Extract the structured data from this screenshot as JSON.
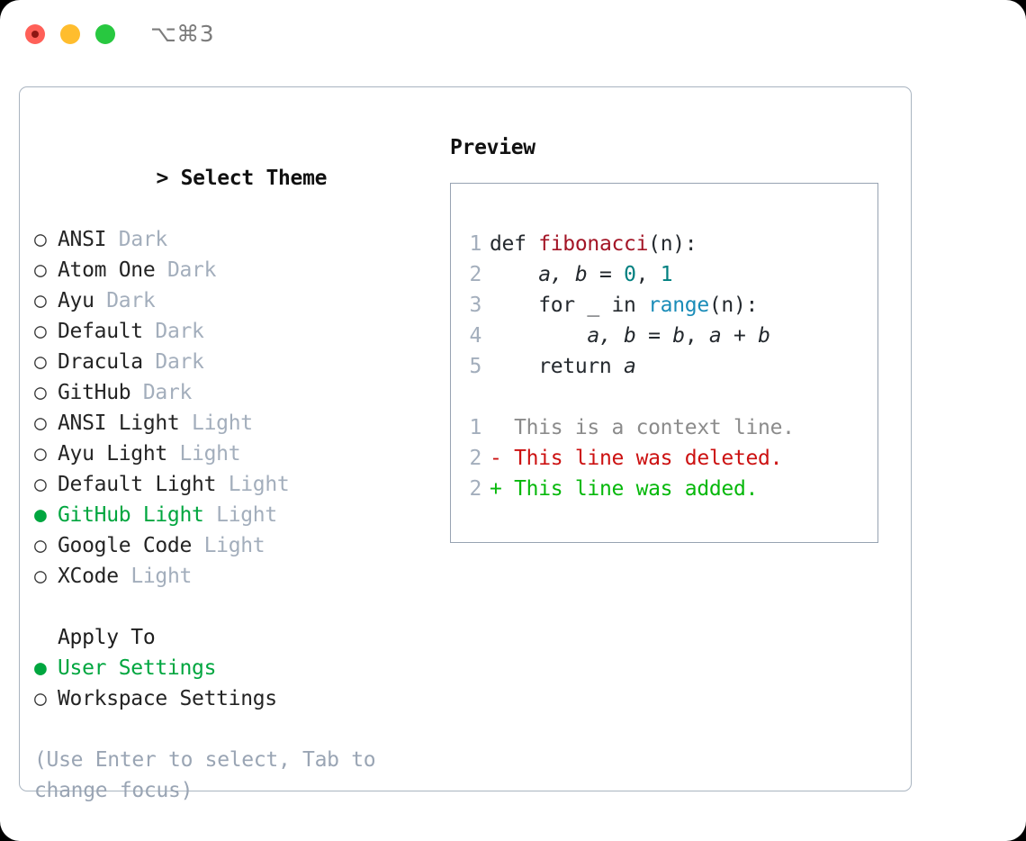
{
  "titlebar": {
    "shortcut": "⌥⌘3",
    "traffic_lights": [
      {
        "name": "close",
        "color": "#ff6058"
      },
      {
        "name": "minimize",
        "color": "#ffbd2e"
      },
      {
        "name": "maximize",
        "color": "#28c840"
      }
    ]
  },
  "theme_selector": {
    "caret": ">",
    "heading": "Select Theme",
    "unselected_bullet": "○",
    "selected_bullet": "●",
    "items": [
      {
        "bullet": "○",
        "label": "ANSI",
        "badge": "Dark",
        "selected": false
      },
      {
        "bullet": "○",
        "label": "Atom One",
        "badge": "Dark",
        "selected": false
      },
      {
        "bullet": "○",
        "label": "Ayu",
        "badge": "Dark",
        "selected": false
      },
      {
        "bullet": "○",
        "label": "Default",
        "badge": "Dark",
        "selected": false
      },
      {
        "bullet": "○",
        "label": "Dracula",
        "badge": "Dark",
        "selected": false
      },
      {
        "bullet": "○",
        "label": "GitHub",
        "badge": "Dark",
        "selected": false
      },
      {
        "bullet": "○",
        "label": "ANSI Light",
        "badge": "Light",
        "selected": false
      },
      {
        "bullet": "○",
        "label": "Ayu Light",
        "badge": "Light",
        "selected": false
      },
      {
        "bullet": "○",
        "label": "Default Light",
        "badge": "Light",
        "selected": false
      },
      {
        "bullet": "●",
        "label": "GitHub Light",
        "badge": "Light",
        "selected": true
      },
      {
        "bullet": "○",
        "label": "Google Code",
        "badge": "Light",
        "selected": false
      },
      {
        "bullet": "○",
        "label": "XCode",
        "badge": "Light",
        "selected": false
      }
    ]
  },
  "apply_to": {
    "heading": "Apply To",
    "items": [
      {
        "bullet": "●",
        "label": "User Settings",
        "selected": true
      },
      {
        "bullet": "○",
        "label": "Workspace Settings",
        "selected": false
      }
    ]
  },
  "hint": "(Use Enter to select, Tab to change focus)",
  "preview": {
    "title": "Preview",
    "code_lines": [
      {
        "num": "1",
        "tokens": [
          {
            "t": "def ",
            "k": "def"
          },
          {
            "t": "fibonacci",
            "k": "fn"
          },
          {
            "t": "(n):",
            "k": "plain"
          }
        ]
      },
      {
        "num": "2",
        "tokens": [
          {
            "t": "    ",
            "k": "plain"
          },
          {
            "t": "a, b",
            "k": "var"
          },
          {
            "t": " = ",
            "k": "plain"
          },
          {
            "t": "0",
            "k": "num"
          },
          {
            "t": ", ",
            "k": "plain"
          },
          {
            "t": "1",
            "k": "num"
          }
        ]
      },
      {
        "num": "3",
        "tokens": [
          {
            "t": "    for _ in ",
            "k": "kw"
          },
          {
            "t": "range",
            "k": "call"
          },
          {
            "t": "(n):",
            "k": "plain"
          }
        ]
      },
      {
        "num": "4",
        "tokens": [
          {
            "t": "        ",
            "k": "plain"
          },
          {
            "t": "a, b",
            "k": "var"
          },
          {
            "t": " = ",
            "k": "plain"
          },
          {
            "t": "b",
            "k": "var"
          },
          {
            "t": ", ",
            "k": "plain"
          },
          {
            "t": "a + b",
            "k": "var"
          }
        ]
      },
      {
        "num": "5",
        "tokens": [
          {
            "t": "    return ",
            "k": "kw"
          },
          {
            "t": "a",
            "k": "var"
          }
        ]
      }
    ],
    "diff_lines": [
      {
        "num": "1",
        "marker": "  ",
        "text": "This is a context line.",
        "kind": "context"
      },
      {
        "num": "2",
        "marker": "- ",
        "text": "This line was deleted.",
        "kind": "deleted"
      },
      {
        "num": "2",
        "marker": "+ ",
        "text": "This line was added.",
        "kind": "added"
      }
    ]
  },
  "colors": {
    "selection_green": "#00a63f",
    "diff_added": "#06b80b",
    "diff_deleted": "#cc1111",
    "badge_gray": "#a3aebc",
    "hint_gray": "#9aa5b4",
    "border": "#a9b4c0",
    "function_red": "#a31526",
    "number_teal": "#008080",
    "call_blue": "#1a8cb8"
  }
}
